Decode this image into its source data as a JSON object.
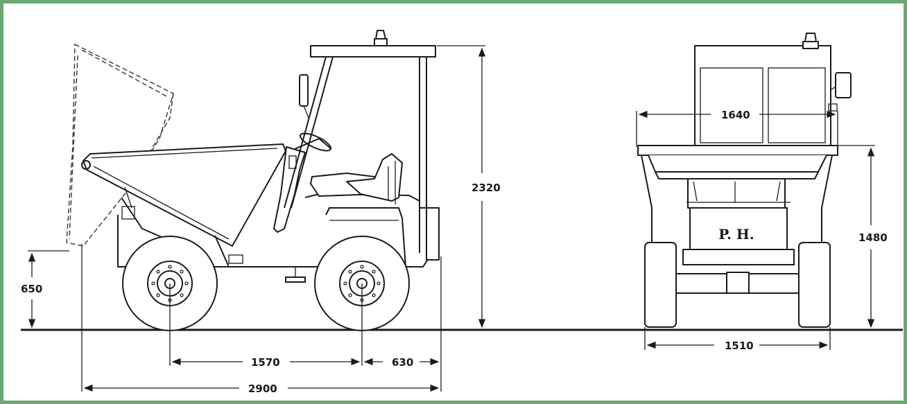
{
  "dimensions": {
    "total_height": "2320",
    "tipping_height": "650",
    "wheelbase": "1570",
    "rear_overhang": "630",
    "overall_length": "2900",
    "skip_width": "1640",
    "track_width": "1510",
    "skip_height": "1480"
  },
  "logo_text": "P. H.",
  "colors": {
    "frame": "#6aa775",
    "line": "#1a1a1a"
  }
}
